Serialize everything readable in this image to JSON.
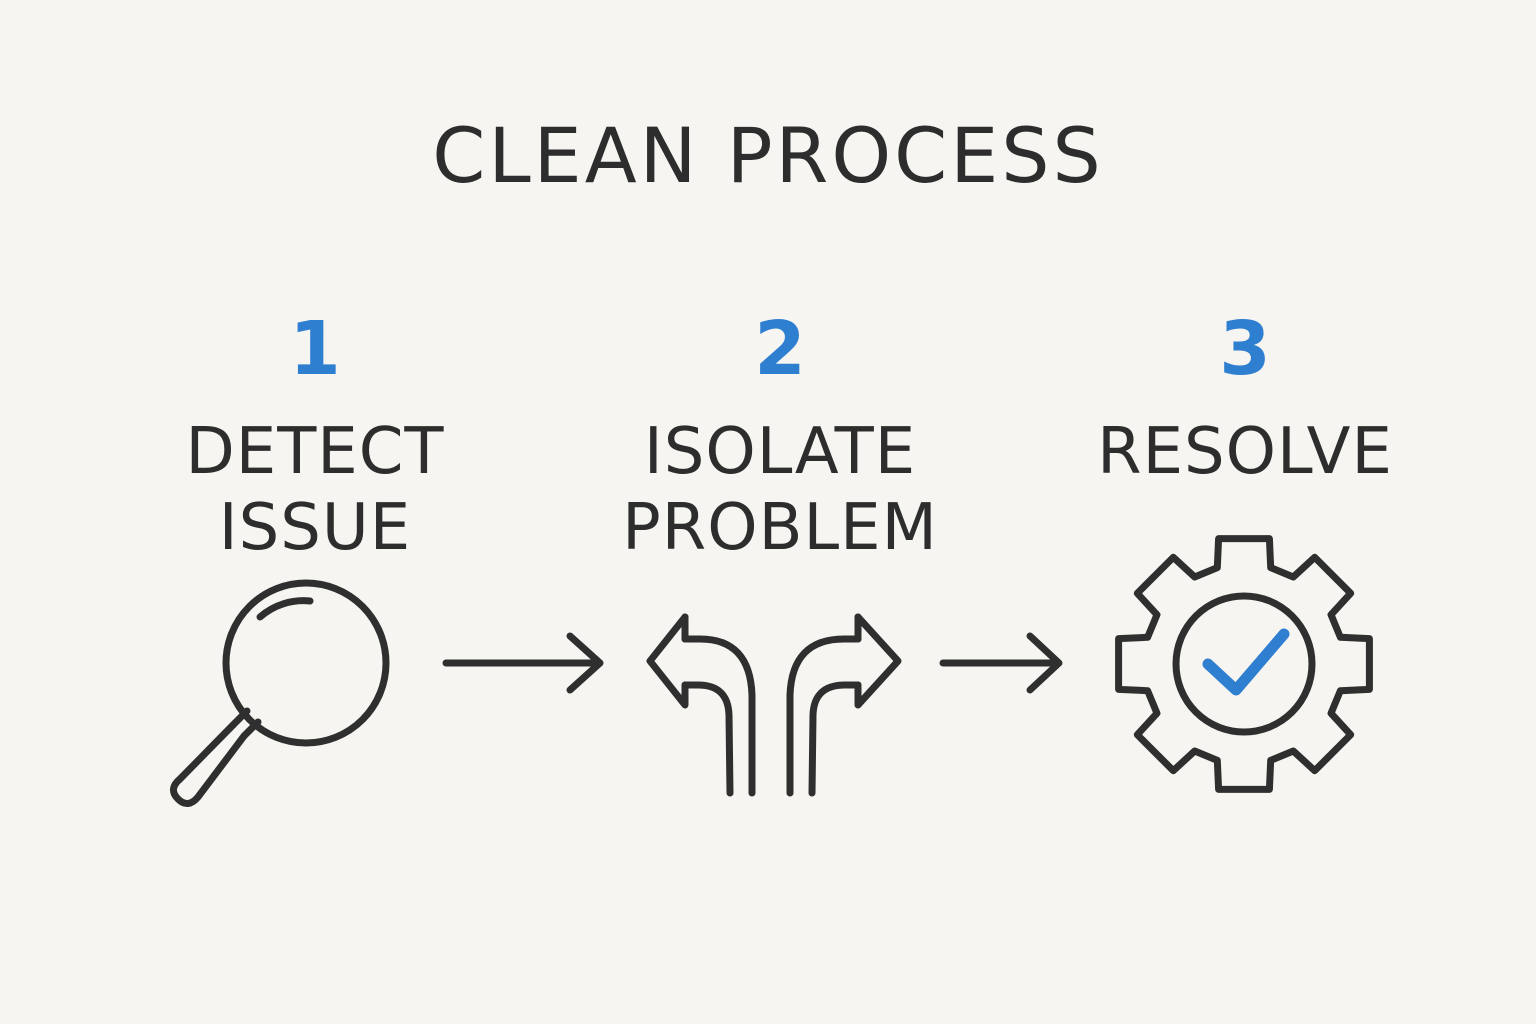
{
  "title": "CLEAN PROCESS",
  "colors": {
    "accent": "#2f7fd1",
    "ink": "#2f2f2f",
    "background": "#f7f5f1"
  },
  "steps": [
    {
      "number": "1",
      "label_lines": [
        "DETECT",
        "ISSUE"
      ],
      "icon": "magnifying-glass-icon"
    },
    {
      "number": "2",
      "label_lines": [
        "ISOLATE",
        "PROBLEM"
      ],
      "icon": "fork-arrows-icon"
    },
    {
      "number": "3",
      "label_lines": [
        "RESOLVE"
      ],
      "icon": "gear-check-icon"
    }
  ]
}
